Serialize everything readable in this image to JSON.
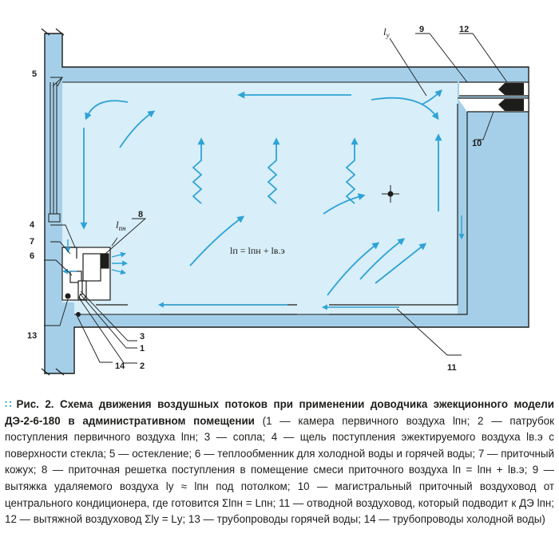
{
  "diagram": {
    "labels": {
      "n1": "1",
      "n2": "2",
      "n3": "3",
      "n4": "4",
      "n5": "5",
      "n6": "6",
      "n7": "7",
      "n8": "8",
      "n9": "9",
      "n10": "10",
      "n11": "11",
      "n12": "12",
      "n13": "13",
      "n14": "14",
      "l_y": "l",
      "l_y_sub": "у",
      "l_pn": "l",
      "l_pn_sub": "пн",
      "formula": "lп = lпн + lв.э"
    },
    "colors": {
      "room_fill": "#d8eef9",
      "wall_fill": "#a5cfe9",
      "arrow": "#2ea3d6",
      "line": "#1d1d1b"
    }
  },
  "caption": {
    "figure_label": "Рис. 2.",
    "title": "Схема движения воздушных потоков при применении доводчика эжекционного модели ДЭ-2-6-180 в административном помещении",
    "body": "(1 — камера первичного воздуха lпн; 2 — патрубок поступления первичного воздуха lпн; 3 — сопла; 4 — щель поступления эжектируемого воздуха lв.э с поверхности стекла; 5 — остекление; 6 — теплообменник для холодной воды и горячей воды; 7 — приточный кожух; 8 — приточная решетка поступления в помещение смеси приточного воздуха lп = lпн + lв.э; 9 — вытяжка удаляемого воздуха lу ≈ lпн под потолком; 10 — магистральный приточный воздуховод от центрального кондиционера, где готовится Σlпн = Lпн; 11 — отводной воздуховод, который подводит к ДЭ lпн; 12 — вытяжной воздуховод Σlу = Lу; 13 — трубопроводы горячей воды; 14 — трубопроводы холодной воды)"
  }
}
